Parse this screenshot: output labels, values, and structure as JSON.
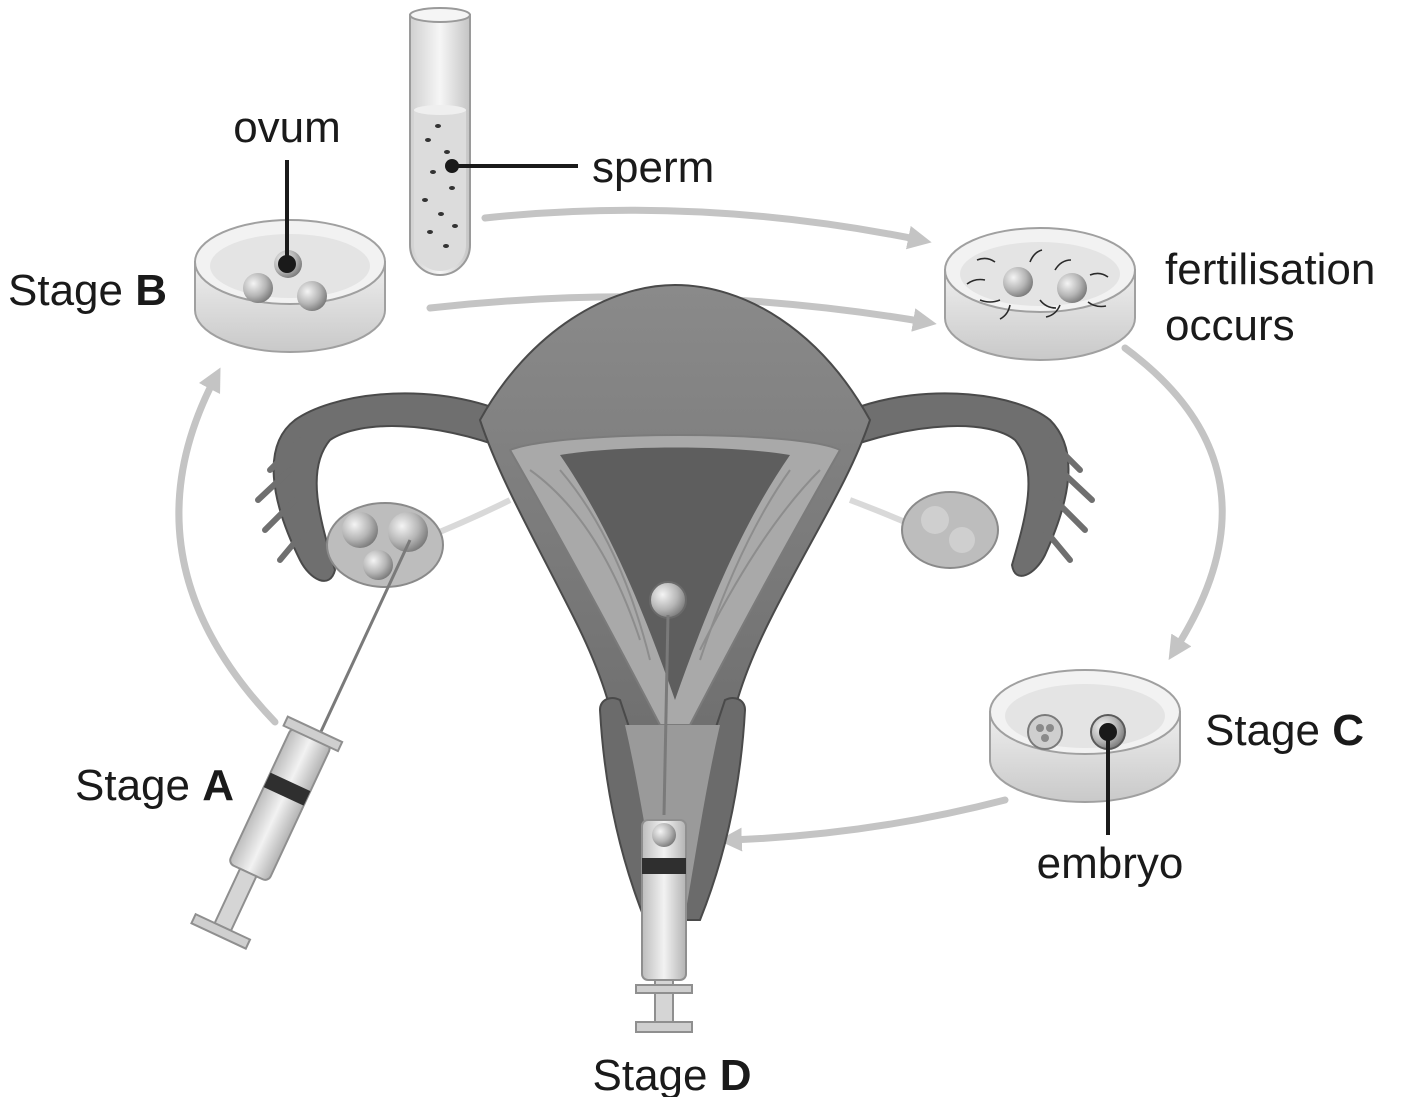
{
  "labels": {
    "ovum": "ovum",
    "sperm": "sperm",
    "stage_b": {
      "prefix": "Stage ",
      "letter": "B"
    },
    "fertilisation_line1": "fertilisation",
    "fertilisation_line2": "occurs",
    "stage_a": {
      "prefix": "Stage ",
      "letter": "A"
    },
    "stage_c": {
      "prefix": "Stage ",
      "letter": "C"
    },
    "embryo": "embryo",
    "stage_d": {
      "prefix": "Stage ",
      "letter": "D"
    }
  }
}
